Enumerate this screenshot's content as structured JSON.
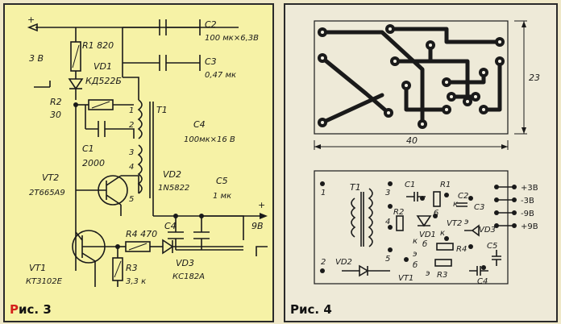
{
  "fig3": {
    "caption_prefix": "Р",
    "caption_rest": "ис. 3",
    "labels": {
      "plus_top": "+",
      "v_3": "3 В",
      "r1": "R1 820",
      "vd1": "VD1",
      "vd1_type": "КД522Б",
      "c2": "C2",
      "c2_val": "100 мк×6,3В",
      "c3": "C3",
      "c3_val": "0,47 мк",
      "r2": "R2",
      "r2_val": "30",
      "t1": "T1",
      "p1": "1",
      "p2": "2",
      "p3": "3",
      "p4": "4",
      "p5": "5",
      "c4": "C4",
      "c4_val": "100мк×16 В",
      "c1": "C1",
      "c1_val": "2000",
      "vt2": "VT2",
      "vt2_type": "2Т665А9",
      "vd2": "VD2",
      "vd2_type": "1N5822",
      "c5": "C5",
      "c5_val": "1 мк",
      "plus_out": "+",
      "v_9": "9В",
      "c4b": "C4",
      "r4": "R4 470",
      "vt1": "VT1",
      "vt1_type": "КТ3102Е",
      "r3": "R3",
      "r3_val": "3,3 к",
      "vd3": "VD3",
      "vd3_type": "КС182А"
    }
  },
  "fig4": {
    "caption": "Рис. 4",
    "dim_w": "40",
    "dim_h": "23",
    "labels": {
      "c1": "C1",
      "r1": "R1",
      "c2": "C2",
      "t1": "T1",
      "p1": "1",
      "p2": "2",
      "p3": "3",
      "p4": "4",
      "p5": "5",
      "r2": "R2",
      "vd1": "VD1",
      "vt2": "VT2",
      "vd3": "VD3",
      "vd2": "VD2",
      "r4": "R4",
      "r3": "R3",
      "c5": "C5",
      "c4": "C4",
      "vt1": "VT1",
      "c3": "C3",
      "b1": "б",
      "k1": "к",
      "e1": "э",
      "k2": "к",
      "b2": "б",
      "e2": "э",
      "b3": "б",
      "k3": "к",
      "e3": "э",
      "out1": "+3В",
      "out2": "-3В",
      "out3": "-9В",
      "out4": "+9В"
    }
  }
}
